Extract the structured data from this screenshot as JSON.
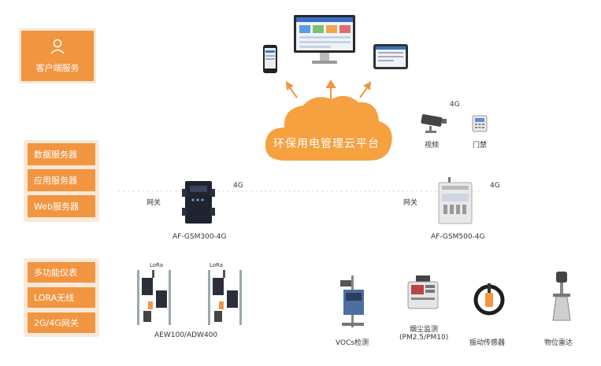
{
  "client": {
    "label": "客户端服务",
    "icon": "user-icon"
  },
  "servers": [
    "数据服务器",
    "应用服务器",
    "Web服务器"
  ],
  "field": [
    "多功能仪表",
    "LORA无线",
    "2G/4G网关"
  ],
  "cloud": {
    "label": "环保用电管理云平台"
  },
  "signal_label": "4G",
  "cameras": [
    {
      "label": "视频",
      "icon": "camera-icon"
    },
    {
      "label": "门禁",
      "icon": "access-control-icon"
    }
  ],
  "gateway_left": {
    "tag": "网关",
    "signal": "4G",
    "model": "AF-GSM300-4G"
  },
  "gateway_right": {
    "tag": "网关",
    "signal": "4G",
    "model": "AF-GSM500-4G"
  },
  "lora": {
    "tag1": "LoRa",
    "tag2": "LoRa",
    "model": "AEW100/ADW400"
  },
  "sensors": [
    {
      "label": "VOCs检测",
      "icon": "vocs-monitor-icon"
    },
    {
      "label": "烟尘监测\n(PM2.5/PM10)",
      "label1": "烟尘监测",
      "label2": "(PM2.5/PM10)",
      "icon": "dust-monitor-icon"
    },
    {
      "label": "振动传感器",
      "icon": "vibration-sensor-icon"
    },
    {
      "label": "物位雷达",
      "icon": "level-radar-icon"
    }
  ],
  "colors": {
    "accent": "#f29540",
    "panel_bg": "#fbe8d6",
    "cloud": "#f5a140",
    "line": "#cccccc"
  }
}
